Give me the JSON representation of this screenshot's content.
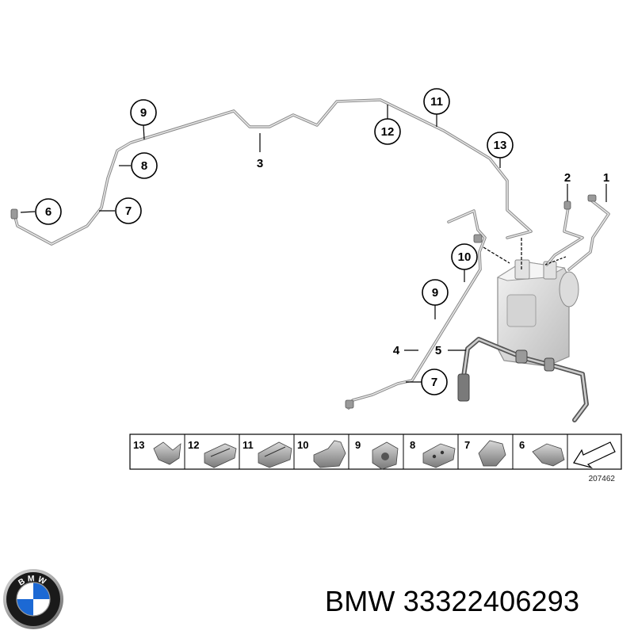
{
  "callouts": [
    {
      "id": "9a",
      "label": "9"
    },
    {
      "id": "8a",
      "label": "8"
    },
    {
      "id": "7a",
      "label": "7"
    },
    {
      "id": "6",
      "label": "6"
    },
    {
      "id": "11",
      "label": "11"
    },
    {
      "id": "12",
      "label": "12"
    },
    {
      "id": "13",
      "label": "13"
    },
    {
      "id": "10",
      "label": "10"
    },
    {
      "id": "9b",
      "label": "9"
    },
    {
      "id": "7b",
      "label": "7"
    }
  ],
  "plain_labels": {
    "part_3": "3",
    "part_2": "2",
    "part_1": "1",
    "part_4": "4",
    "part_5": "5"
  },
  "parts_strip": {
    "items": [
      "13",
      "12",
      "11",
      "10",
      "9",
      "8",
      "7",
      "6"
    ],
    "catalog_number": "207462"
  },
  "brand": {
    "logo_letters": "BMW",
    "text": "BMW 33322406293",
    "colors": {
      "blue": "#1c69d4",
      "ring": "#1a1a1a",
      "chrome": "#c8c8c8"
    }
  }
}
